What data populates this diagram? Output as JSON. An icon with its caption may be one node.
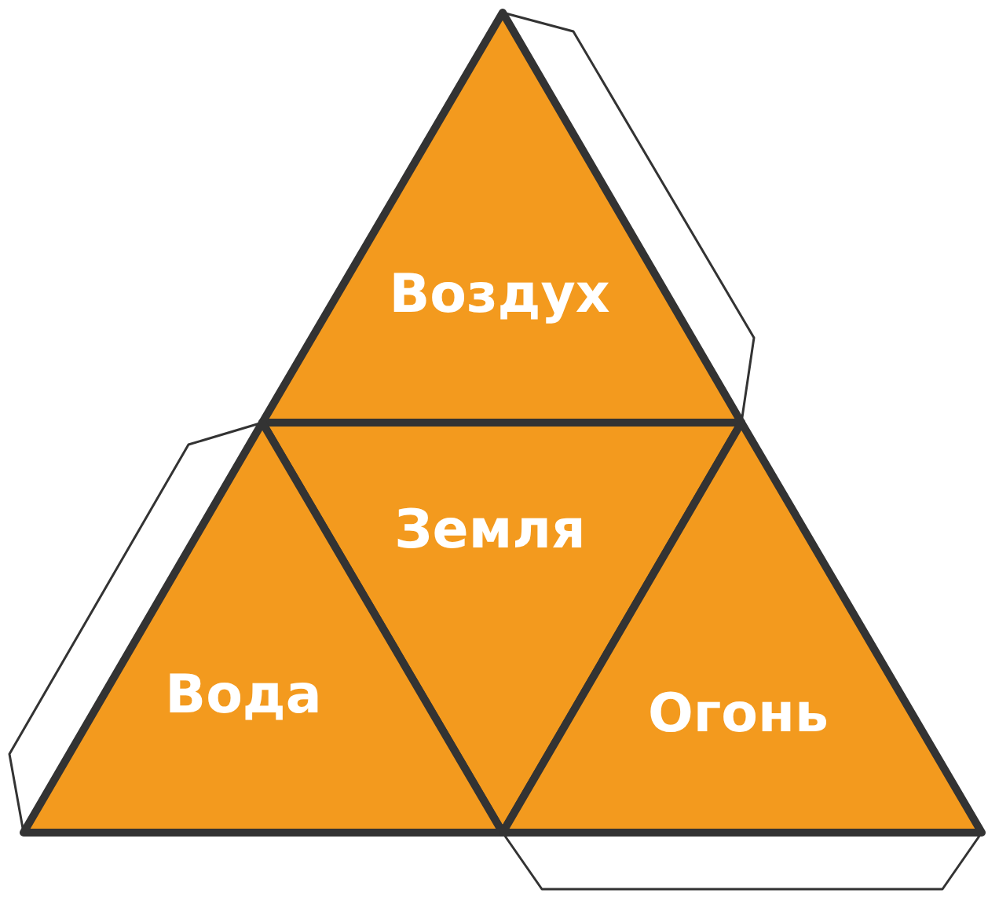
{
  "diagram": {
    "nodes": [
      {
        "text": [
          "Воздух"
        ]
      },
      {
        "text": [
          "Земля"
        ]
      },
      {
        "text": [
          "Вода"
        ]
      },
      {
        "text": [
          "Огонь"
        ]
      },
      {
        "text": [],
        "shape": "box"
      },
      {
        "text": [],
        "shape": "box"
      },
      {
        "text": [],
        "shape": "box"
      }
    ]
  }
}
